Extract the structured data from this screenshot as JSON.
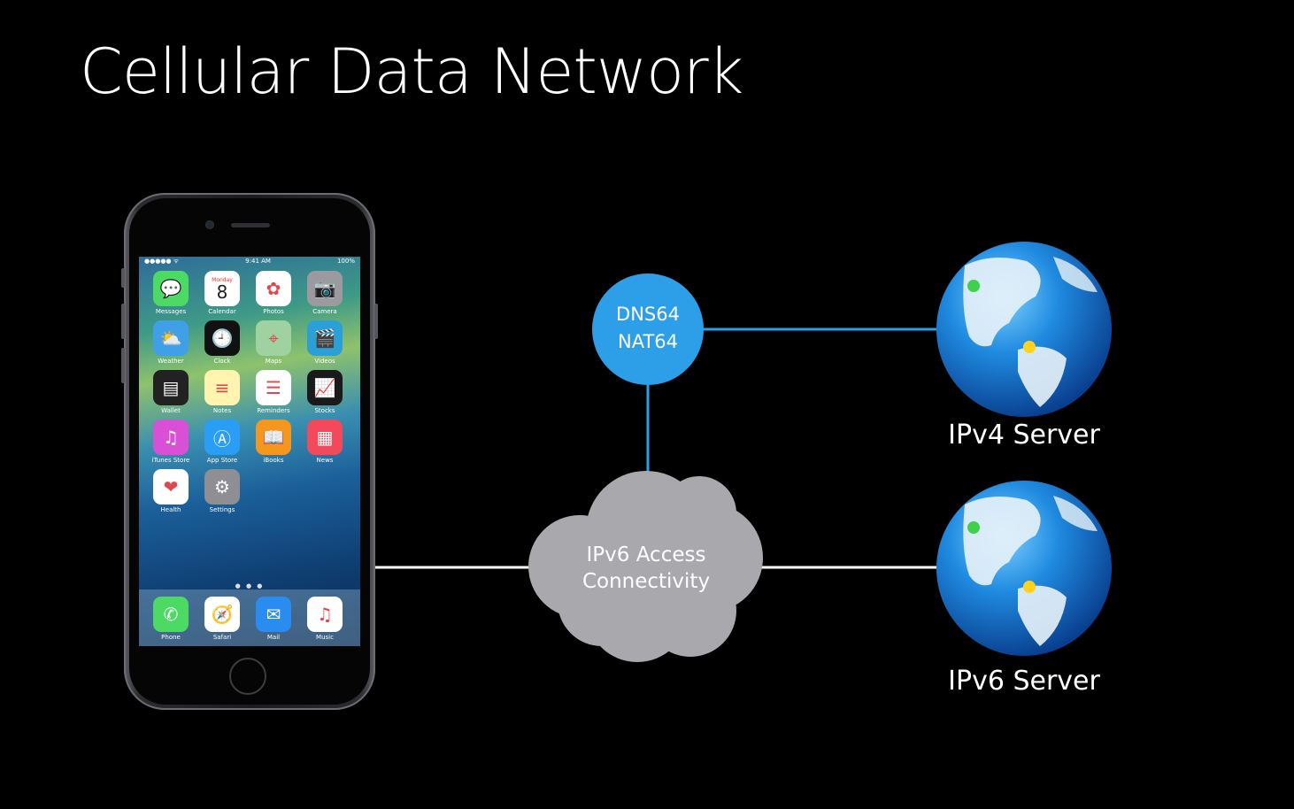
{
  "title": "Cellular Data Network",
  "nodes": {
    "dns": {
      "line1": "DNS64",
      "line2": "NAT64"
    },
    "cloud": {
      "line1": "IPv6 Access",
      "line2": "Connectivity"
    },
    "ipv4_server": {
      "label": "IPv4 Server"
    },
    "ipv6_server": {
      "label": "IPv6 Server"
    }
  },
  "phone": {
    "status": {
      "carrier": "●●●●● ᯤ",
      "time": "9:41 AM",
      "battery": "100%"
    },
    "calendar": {
      "weekday": "Monday",
      "day": "8"
    },
    "apps": [
      {
        "label": "Messages",
        "icon": "messages-icon",
        "color": "#4cd964",
        "glyph": "💬"
      },
      {
        "label": "Calendar",
        "icon": "calendar-icon",
        "color": "#ffffff",
        "glyph": ""
      },
      {
        "label": "Photos",
        "icon": "photos-icon",
        "color": "#ffffff",
        "glyph": "✿"
      },
      {
        "label": "Camera",
        "icon": "camera-icon",
        "color": "#9a9a9f",
        "glyph": "📷"
      },
      {
        "label": "Weather",
        "icon": "weather-icon",
        "color": "#3fa0e8",
        "glyph": "⛅"
      },
      {
        "label": "Clock",
        "icon": "clock-icon",
        "color": "#111111",
        "glyph": "🕘"
      },
      {
        "label": "Maps",
        "icon": "maps-icon",
        "color": "#9fd2a0",
        "glyph": "⌖"
      },
      {
        "label": "Videos",
        "icon": "videos-icon",
        "color": "#2b9fd8",
        "glyph": "🎬"
      },
      {
        "label": "Wallet",
        "icon": "wallet-icon",
        "color": "#222222",
        "glyph": "▤"
      },
      {
        "label": "Notes",
        "icon": "notes-icon",
        "color": "#fff4b0",
        "glyph": "≡"
      },
      {
        "label": "Reminders",
        "icon": "reminders-icon",
        "color": "#ffffff",
        "glyph": "☰"
      },
      {
        "label": "Stocks",
        "icon": "stocks-icon",
        "color": "#1a1a1a",
        "glyph": "📈"
      },
      {
        "label": "iTunes Store",
        "icon": "itunes-store-icon",
        "color": "#d94fd6",
        "glyph": "♫"
      },
      {
        "label": "App Store",
        "icon": "app-store-icon",
        "color": "#2a9df4",
        "glyph": "Ⓐ"
      },
      {
        "label": "iBooks",
        "icon": "ibooks-icon",
        "color": "#f5961f",
        "glyph": "📖"
      },
      {
        "label": "News",
        "icon": "news-icon",
        "color": "#f2495b",
        "glyph": "▦"
      },
      {
        "label": "Health",
        "icon": "health-icon",
        "color": "#ffffff",
        "glyph": "❤"
      },
      {
        "label": "Settings",
        "icon": "settings-icon",
        "color": "#8e8e93",
        "glyph": "⚙"
      }
    ],
    "dock": [
      {
        "label": "Phone",
        "icon": "phone-icon",
        "color": "#4cd964",
        "glyph": "✆"
      },
      {
        "label": "Safari",
        "icon": "safari-icon",
        "color": "#ffffff",
        "glyph": "🧭"
      },
      {
        "label": "Mail",
        "icon": "mail-icon",
        "color": "#2a8cf0",
        "glyph": "✉"
      },
      {
        "label": "Music",
        "icon": "music-icon",
        "color": "#ffffff",
        "glyph": "♫"
      }
    ]
  },
  "colors": {
    "background": "#000000",
    "dns_node": "#2d9ee8",
    "ipv4_link": "#2d9ee8",
    "ipv6_link": "#ffffff",
    "cloud": "#a9a9ad"
  }
}
